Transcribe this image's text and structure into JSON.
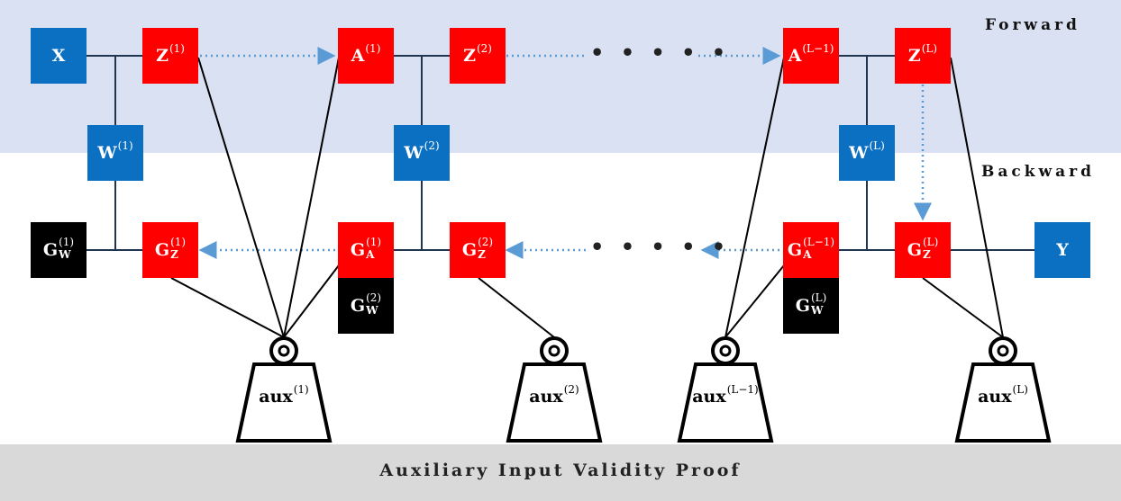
{
  "headings": {
    "forward": "Forward",
    "backward": "Backward",
    "proof": "Auxiliary Input Validity Proof"
  },
  "nodes": {
    "X": {
      "base": "X"
    },
    "Y": {
      "base": "Y"
    },
    "Z1": {
      "base": "Z",
      "sup": "(1)"
    },
    "A1": {
      "base": "A",
      "sup": "(1)"
    },
    "Z2": {
      "base": "Z",
      "sup": "(2)"
    },
    "AL1": {
      "base": "A",
      "sup": "(L−1)"
    },
    "ZL": {
      "base": "Z",
      "sup": "(L)"
    },
    "W1": {
      "base": "W",
      "sup": "(1)"
    },
    "W2": {
      "base": "W",
      "sup": "(2)"
    },
    "WL": {
      "base": "W",
      "sup": "(L)"
    },
    "GW1": {
      "base": "G",
      "sub": "W",
      "sup": "(1)"
    },
    "GZ1": {
      "base": "G",
      "sub": "Z",
      "sup": "(1)"
    },
    "GA1": {
      "base": "G",
      "sub": "A",
      "sup": "(1)"
    },
    "GW2": {
      "base": "G",
      "sub": "W",
      "sup": "(2)"
    },
    "GZ2": {
      "base": "G",
      "sub": "Z",
      "sup": "(2)"
    },
    "GAL1": {
      "base": "G",
      "sub": "A",
      "sup": "(L−1)"
    },
    "GWL": {
      "base": "G",
      "sub": "W",
      "sup": "(L)"
    },
    "GZL": {
      "base": "G",
      "sub": "Z",
      "sup": "(L)"
    }
  },
  "ellipsis": {
    "forward": "• • • • •",
    "backward": "• • • • •"
  },
  "weights": {
    "aux1": {
      "base": "aux",
      "sup": "(1)"
    },
    "aux2": {
      "base": "aux",
      "sup": "(2)"
    },
    "auxL1": {
      "base": "aux",
      "sup": "(L−1)"
    },
    "auxL": {
      "base": "aux",
      "sup": "(L)"
    }
  },
  "colors": {
    "input_blue": "#0b6fc2",
    "activation_red": "#ff0000",
    "gradient_black": "#000000",
    "dotted_arrow": "#5b9bd5",
    "forward_band": "#d9e1f2",
    "proof_band": "#d9d9d9"
  }
}
